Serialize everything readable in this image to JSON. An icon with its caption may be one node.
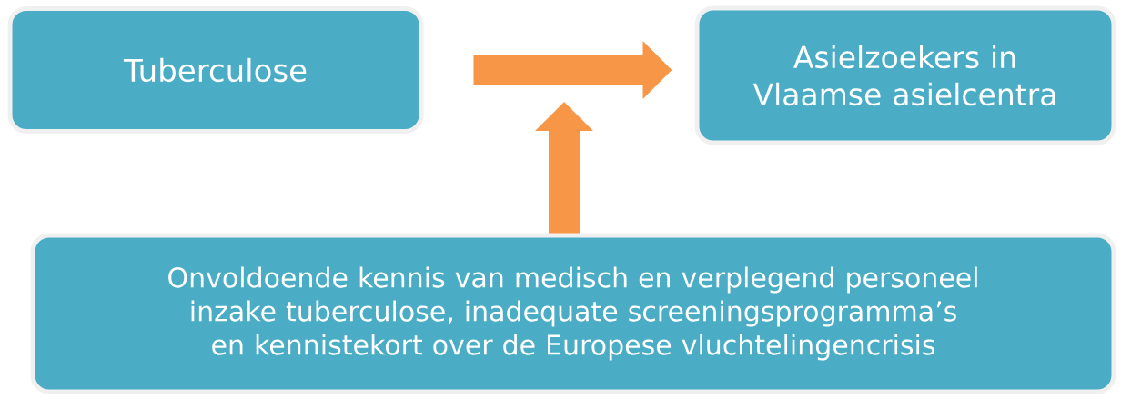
{
  "diagram": {
    "nodes": [
      {
        "text": [
          "Tuberculose"
        ]
      },
      {
        "text": [
          "Asielzoekers in Vlaamse asielcentra"
        ]
      },
      {
        "text": [
          "Onvoldoende kennis van medisch en verplegend personeel inzake tuberculose, inadequate screeningsprogramma’s en kennistekort over de Europese vluchtelingencrisis"
        ]
      }
    ],
    "edges": [
      {
        "from": 0,
        "to": 1,
        "arrow": "to"
      },
      {
        "from": 2,
        "to": null,
        "arrow": "to"
      }
    ]
  }
}
